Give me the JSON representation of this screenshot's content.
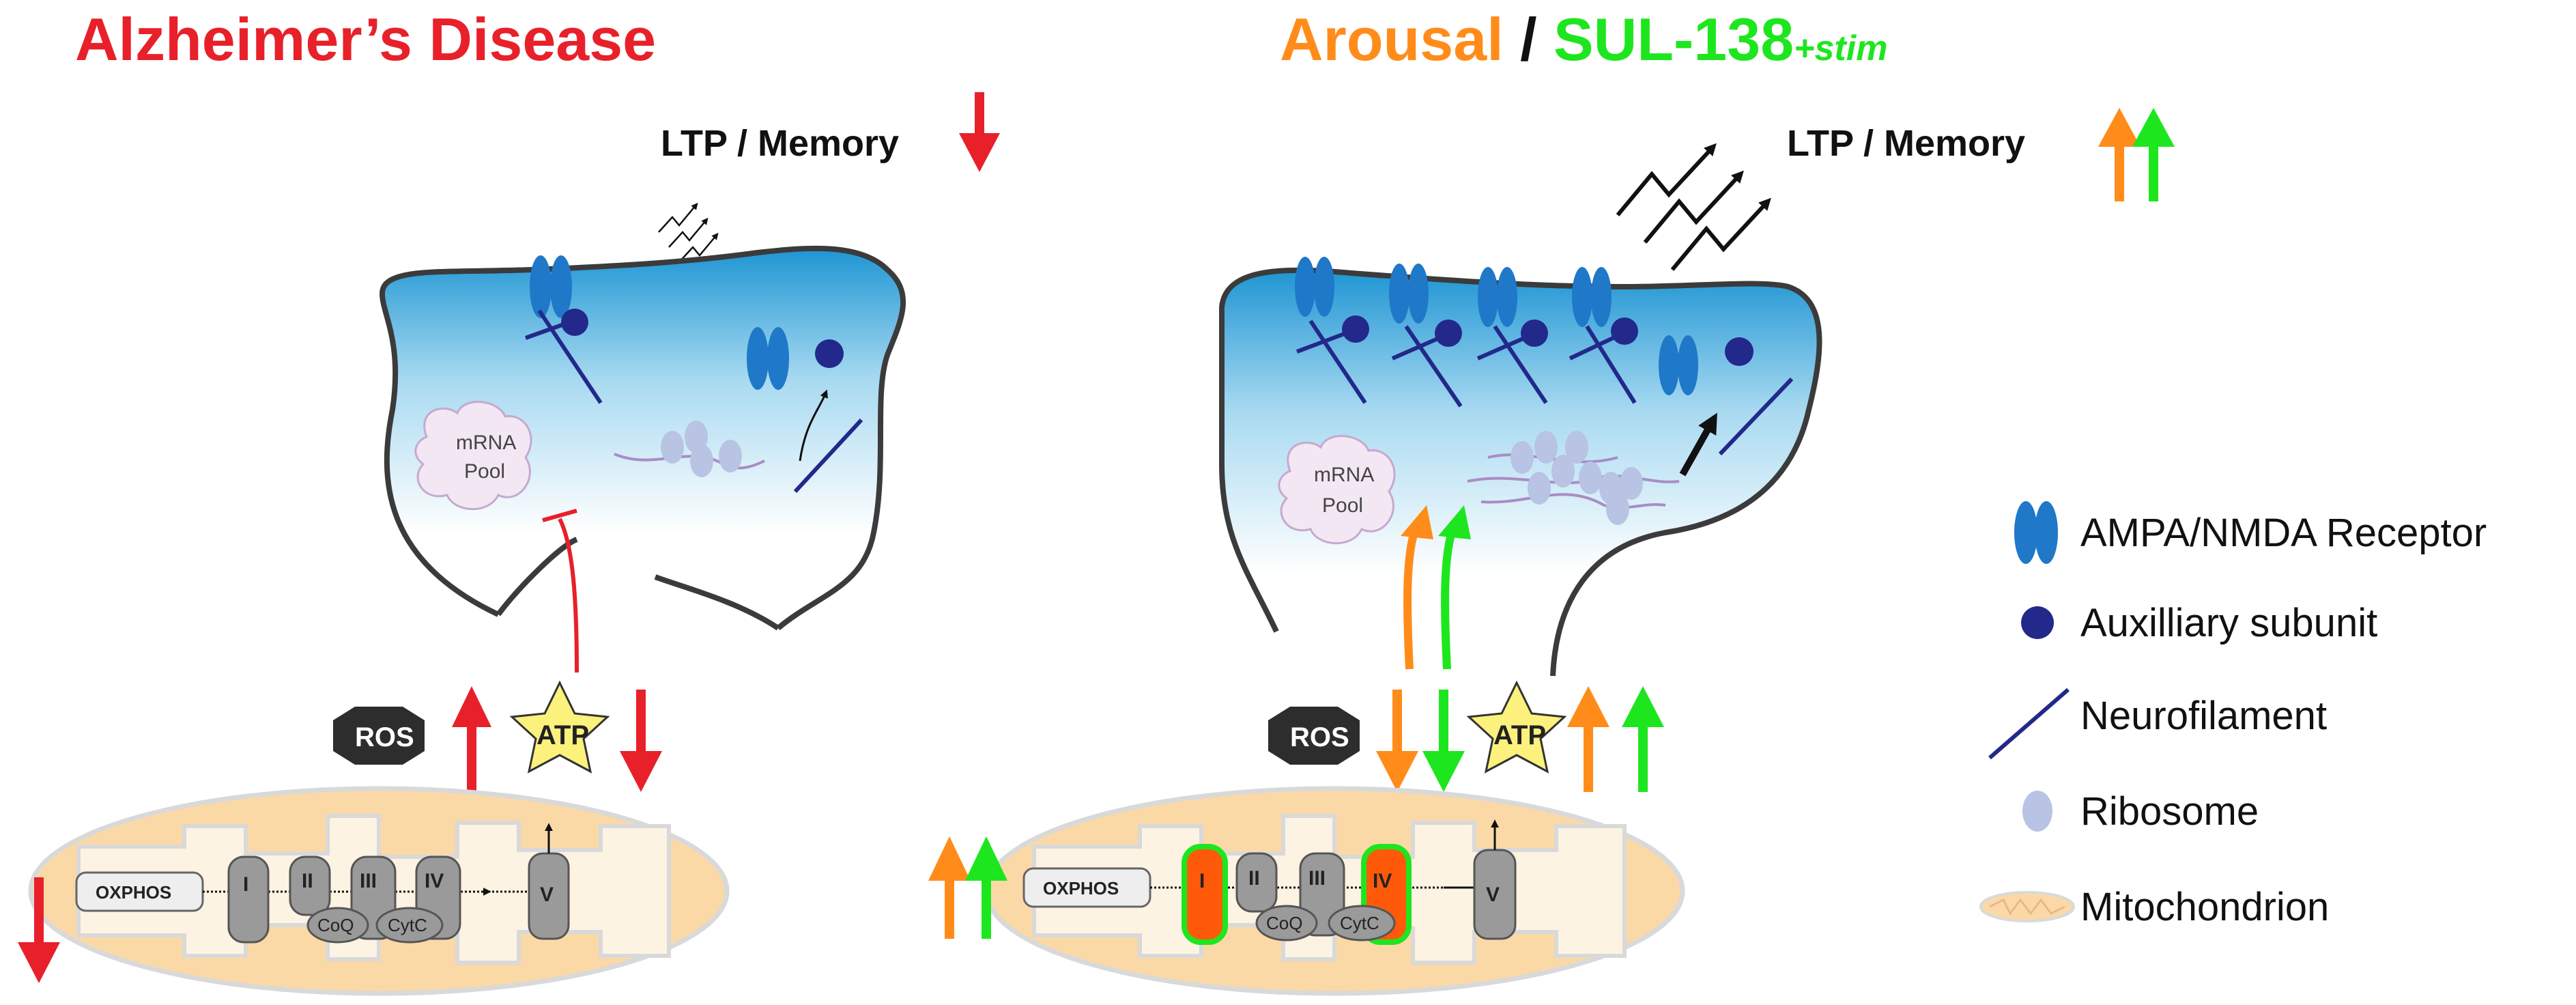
{
  "left_panel": {
    "title": "Alzheimer’s Disease",
    "ltp_label": "LTP / Memory",
    "mrna_line1": "mRNA",
    "mrna_line2": "Pool",
    "ros_label": "ROS",
    "atp_label": "ATP",
    "oxphos_label": "OXPHOS",
    "complexes": [
      "I",
      "II",
      "III",
      "IV",
      "V"
    ],
    "coq_label": "CoQ",
    "cytc_label": "CytC"
  },
  "right_panel": {
    "title_part1": "Arousal",
    "title_sep": " / ",
    "title_part2": "SUL-138",
    "title_suffix": "+stim",
    "ltp_label": "LTP / Memory",
    "mrna_line1": "mRNA",
    "mrna_line2": "Pool",
    "ros_label": "ROS",
    "atp_label": "ATP",
    "oxphos_label": "OXPHOS",
    "complexes": [
      "I",
      "II",
      "III",
      "IV",
      "V"
    ],
    "coq_label": "CoQ",
    "cytc_label": "CytC"
  },
  "legend": [
    {
      "icon": "receptor-icon",
      "label": "AMPA/NMDA Receptor"
    },
    {
      "icon": "auxiliary-subunit-icon",
      "label": "Auxilliary subunit"
    },
    {
      "icon": "neurofilament-icon",
      "label": "Neurofilament"
    },
    {
      "icon": "ribosome-icon",
      "label": "Ribosome"
    },
    {
      "icon": "mitochondrion-icon",
      "label": "Mitochondrion"
    }
  ],
  "colors": {
    "alzheimer_red": "#e8202a",
    "arousal_orange": "#ff8c1a",
    "sul138_green": "#1ee61e",
    "receptor_blue": "#1f78c8",
    "subunit_navy": "#22298a",
    "ribosome": "#b9c3e3",
    "mito_fill": "#fbd9a6"
  }
}
